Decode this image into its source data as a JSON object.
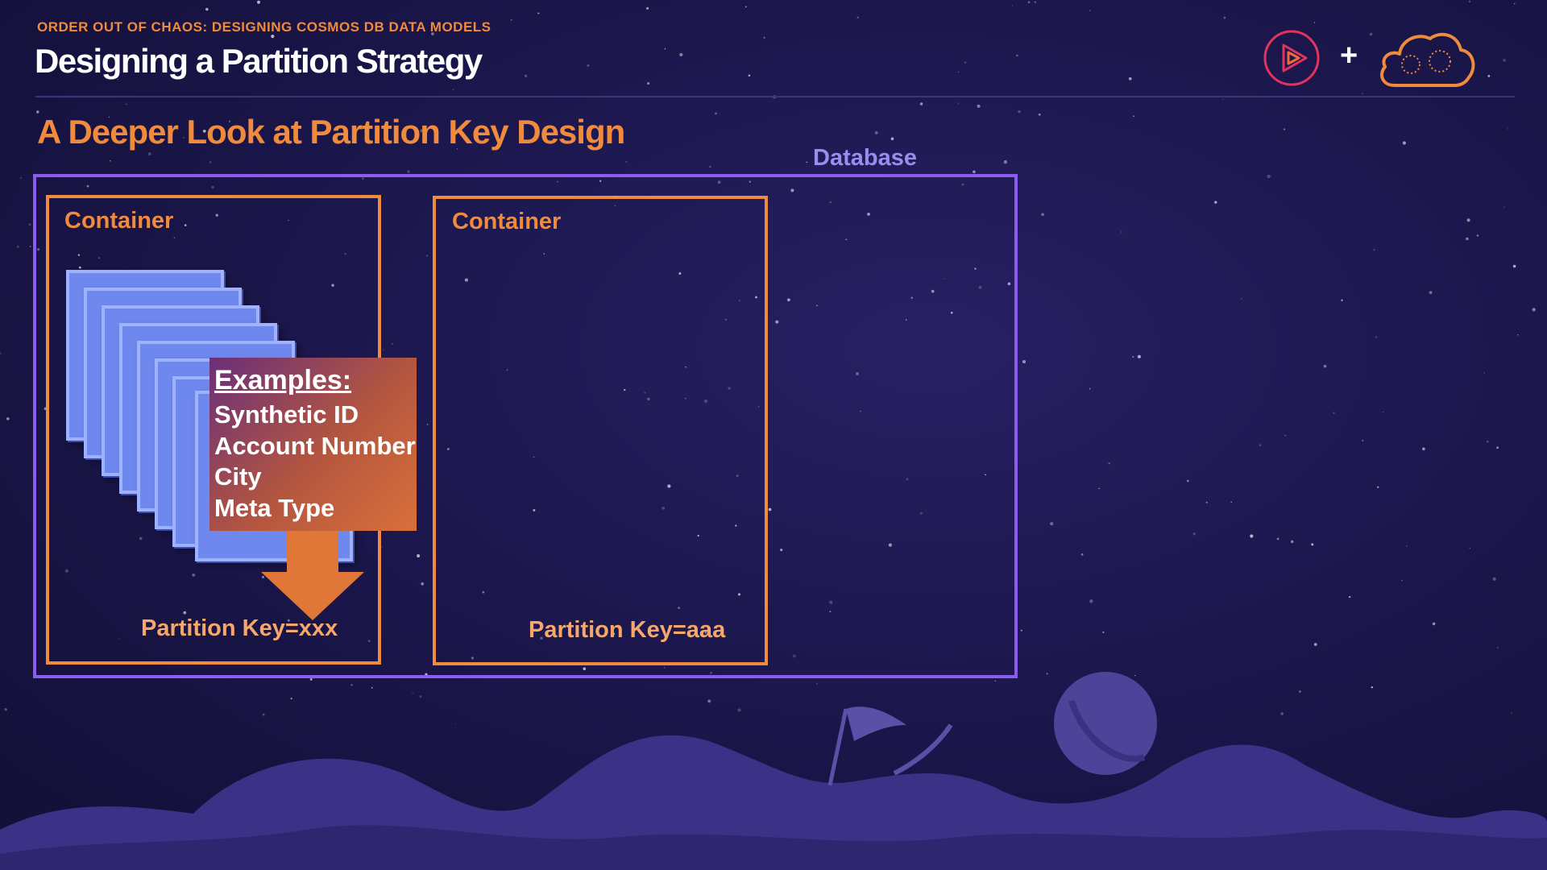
{
  "header": {
    "kicker": "ORDER OUT OF CHAOS: DESIGNING COSMOS DB DATA MODELS",
    "title": "Designing a Partition Strategy",
    "plus": "+"
  },
  "slide": {
    "subtitle": "A Deeper Look at Partition Key Design"
  },
  "diagram": {
    "database_label": "Database",
    "containers": [
      {
        "label": "Container",
        "partition_key": "Partition Key=xxx"
      },
      {
        "label": "Container",
        "partition_key": "Partition Key=aaa"
      }
    ],
    "examples": {
      "heading": "Examples:",
      "items": [
        "Synthetic ID",
        "Account Number",
        "City",
        "Meta Type"
      ]
    }
  },
  "colors": {
    "accent_orange": "#f08a3c",
    "database_purple": "#8a5cf0",
    "document_blue": "#6f88ee",
    "background": "#1c174d"
  },
  "icons": [
    "play-logo-icon",
    "cloud-logo-icon"
  ]
}
